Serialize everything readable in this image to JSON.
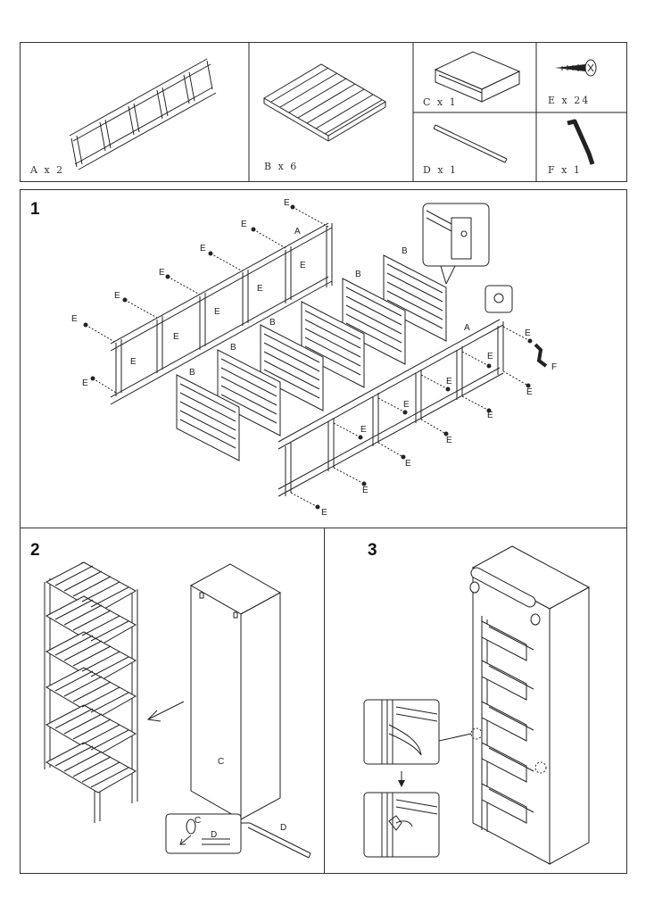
{
  "parts": {
    "A": {
      "label": "A x 2"
    },
    "B": {
      "label": "B x 6"
    },
    "C": {
      "label": "C x 1"
    },
    "D": {
      "label": "D x 1"
    },
    "E": {
      "label": "E x 24"
    },
    "F": {
      "label": "F x 1"
    }
  },
  "steps": [
    {
      "number": "1"
    },
    {
      "number": "2"
    },
    {
      "number": "3"
    }
  ],
  "callouts": {
    "A": "A",
    "B": "B",
    "C": "C",
    "D": "D",
    "E": "E",
    "F": "F"
  },
  "colors": {
    "line": "#222222",
    "background": "#ffffff"
  }
}
